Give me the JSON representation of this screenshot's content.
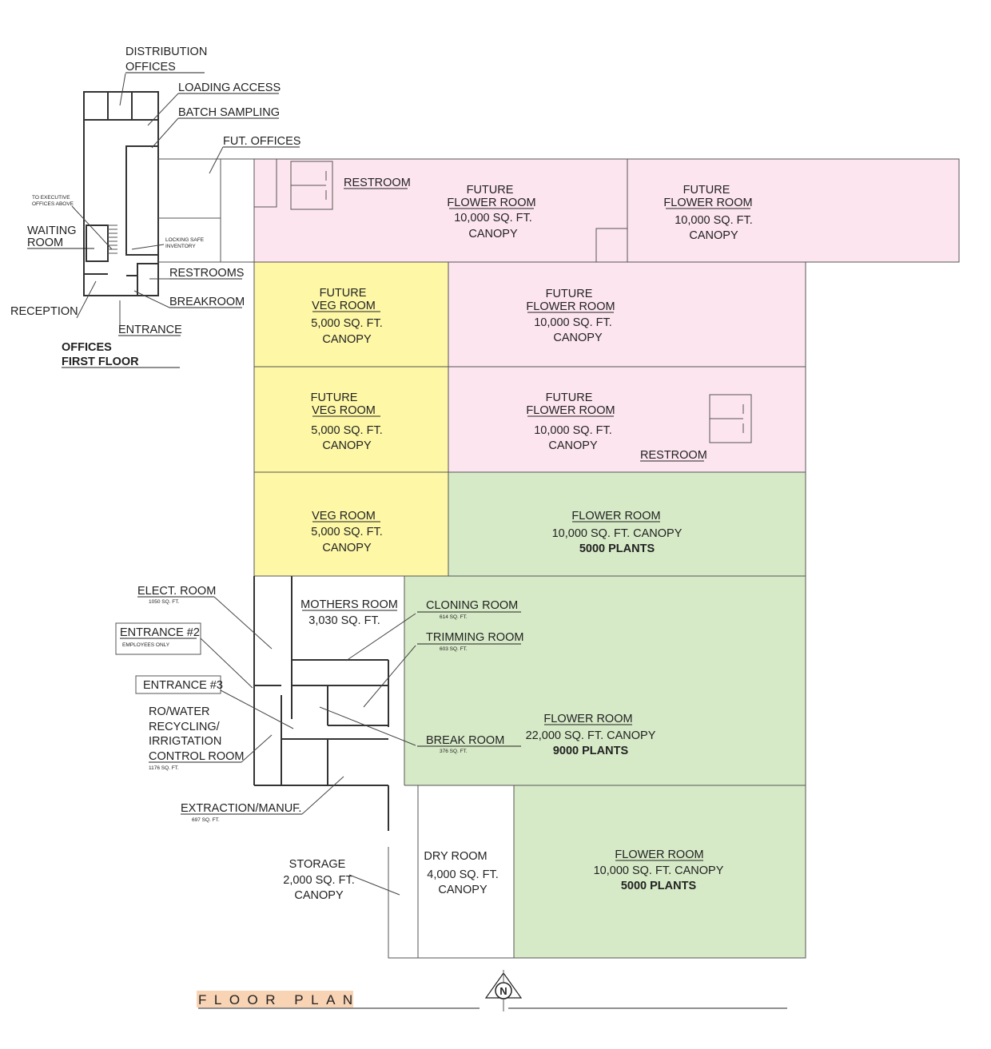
{
  "colors": {
    "flower_future": "#fde5ef",
    "veg": "#fdf7a6",
    "flower_active": "#d6eac7",
    "title_bg": "#f8d3b4",
    "wall": "#333333"
  },
  "rooms": {
    "top_future_flower_1": [
      "FUTURE",
      "FLOWER ROOM",
      "10,000 SQ. FT.",
      "CANOPY"
    ],
    "top_future_flower_2": [
      "FUTURE",
      "FLOWER ROOM",
      "10,000 SQ. FT.",
      "CANOPY"
    ],
    "restroom_top": "RESTROOM",
    "future_veg_1": [
      "FUTURE",
      "VEG ROOM",
      "5,000 SQ. FT.",
      "CANOPY"
    ],
    "future_flower_3": [
      "FUTURE",
      "FLOWER ROOM",
      "10,000 SQ. FT.",
      "CANOPY"
    ],
    "future_veg_2": [
      "FUTURE",
      "VEG ROOM",
      "5,000 SQ. FT.",
      "CANOPY"
    ],
    "future_flower_4": [
      "FUTURE",
      "FLOWER ROOM",
      "10,000 SQ. FT.",
      "CANOPY"
    ],
    "restroom_mid": "RESTROOM",
    "veg_room": [
      "VEG ROOM",
      "5,000 SQ. FT.",
      "CANOPY"
    ],
    "flower_room_1": [
      "FLOWER ROOM",
      "10,000 SQ. FT. CANOPY",
      "5000 PLANTS"
    ],
    "mothers_room": [
      "MOTHERS ROOM",
      "3,030 SQ. FT."
    ],
    "cloning_room": [
      "CLONING ROOM",
      "614 SQ. FT."
    ],
    "trimming_room": [
      "TRIMMING ROOM",
      "603 SQ. FT."
    ],
    "flower_room_2": [
      "FLOWER ROOM",
      "22,000 SQ. FT. CANOPY",
      "9000 PLANTS"
    ],
    "break_room": [
      "BREAK  ROOM",
      "376 SQ. FT."
    ],
    "dry_room": [
      "DRY ROOM",
      "4,000 SQ. FT.",
      "CANOPY"
    ],
    "flower_room_3": [
      "FLOWER ROOM",
      "10,000 SQ. FT. CANOPY",
      "5000 PLANTS"
    ],
    "storage": [
      "STORAGE",
      "2,000 SQ. FT.",
      "CANOPY"
    ]
  },
  "callouts": {
    "distribution_offices": [
      "DISTRIBUTION",
      "OFFICES"
    ],
    "loading_access": "LOADING ACCESS",
    "batch_sampling": "BATCH SAMPLING",
    "fut_offices": "FUT. OFFICES",
    "to_exec_offices": [
      "TO EXECUTIVE",
      "OFFICES ABOVE"
    ],
    "waiting_room": [
      "WAITING",
      "ROOM"
    ],
    "locking_safe": [
      "LOCKING SAFE",
      "INVENTORY"
    ],
    "restrooms": "RESTROOMS",
    "breakroom": "BREAKROOM",
    "reception": "RECEPTION",
    "entrance": "ENTRANCE",
    "offices_first_floor": [
      "OFFICES",
      "FIRST FLOOR"
    ],
    "elect_room": [
      "ELECT. ROOM",
      "1050 SQ. FT."
    ],
    "entrance_2": [
      "ENTRANCE #2",
      "EMPLOYEES ONLY"
    ],
    "entrance_3": "ENTRANCE #3",
    "ro_water": [
      "RO/WATER",
      "RECYCLING/",
      "IRRIGTATION",
      "CONTROL ROOM",
      "1176 SQ. FT."
    ],
    "extraction": [
      "EXTRACTION/MANUF.",
      "697 SQ. FT."
    ]
  },
  "title": "FLOOR PLAN",
  "north_label": "N"
}
